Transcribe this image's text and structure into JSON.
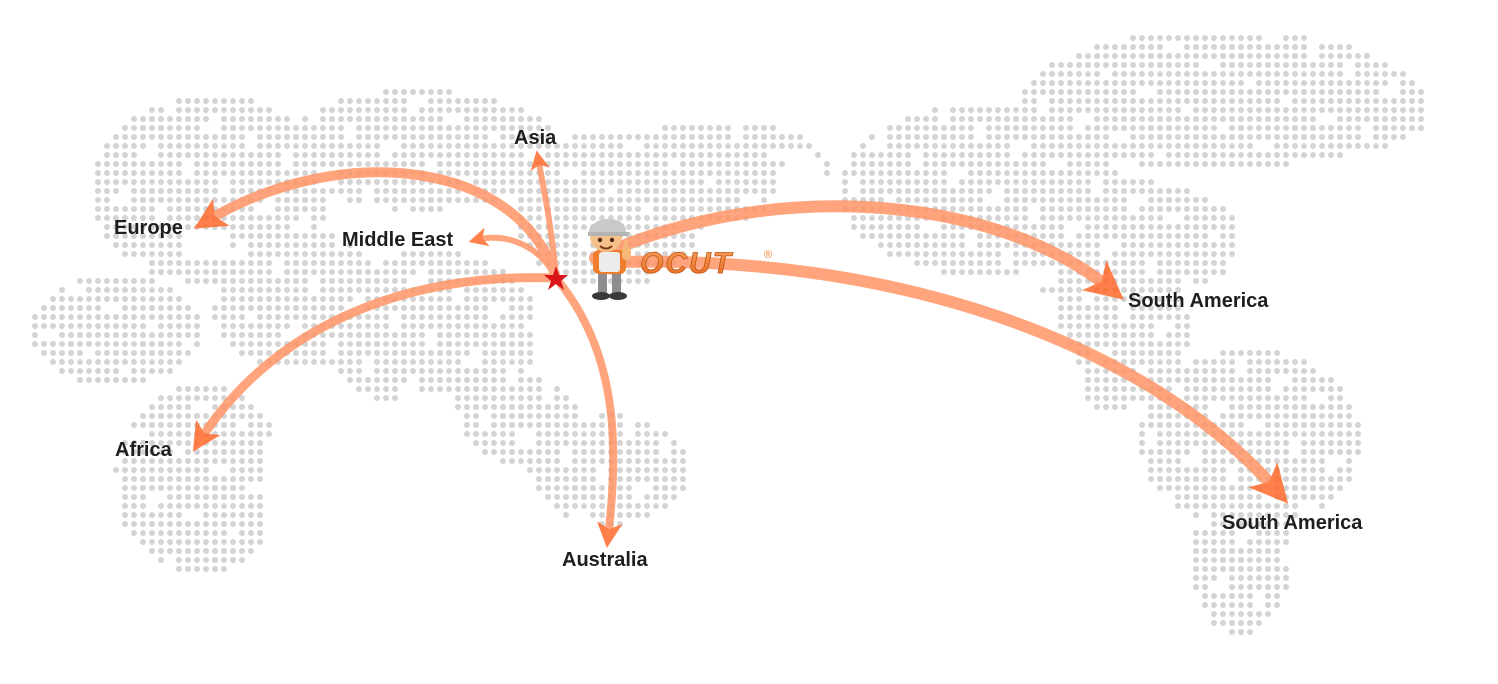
{
  "map": {
    "dot_color": "#d4d4d4",
    "route_color": "#ff9566",
    "arrow_color": "#ff6a2b",
    "origin_color": "#d9151b",
    "brand_color": "#f07c2e",
    "origin_icon": "star-icon",
    "mascot_icon": "worker-mascot-icon"
  },
  "brand": {
    "logo_text": "OCUT",
    "registered_mark": "®"
  },
  "regions": {
    "asia": "Asia",
    "europe": "Europe",
    "middle_east": "Middle East",
    "africa": "Africa",
    "australia": "Australia",
    "south_america_1": "South America",
    "south_america_2": "South America"
  }
}
